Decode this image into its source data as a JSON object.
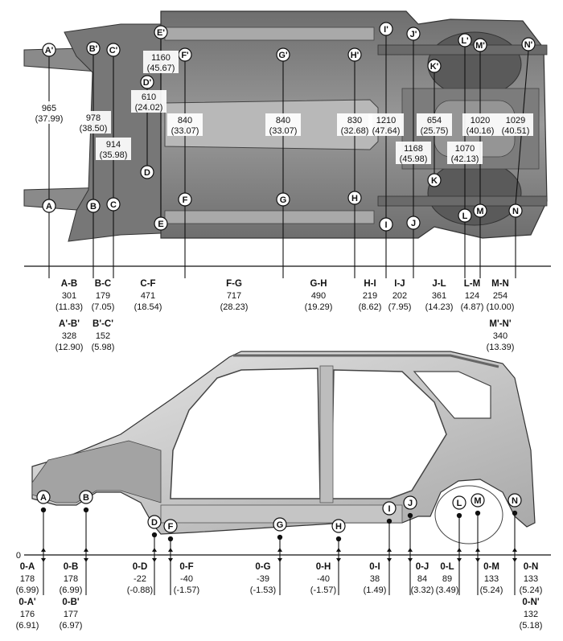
{
  "colors": {
    "line": "#111111",
    "body_dark": "#4a4a4a",
    "body_mid": "#8c8c8c",
    "body_light": "#cfcfcf",
    "marker_fill": "#ffffff"
  },
  "top_view": {
    "points": [
      {
        "id": "A",
        "label": "A"
      },
      {
        "id": "Ap",
        "label": "A'"
      },
      {
        "id": "B",
        "label": "B"
      },
      {
        "id": "Bp",
        "label": "B'"
      },
      {
        "id": "C",
        "label": "C"
      },
      {
        "id": "Cp",
        "label": "C'"
      },
      {
        "id": "D",
        "label": "D"
      },
      {
        "id": "Dp",
        "label": "D'"
      },
      {
        "id": "E",
        "label": "E"
      },
      {
        "id": "Ep",
        "label": "E'"
      },
      {
        "id": "F",
        "label": "F"
      },
      {
        "id": "Fp",
        "label": "F'"
      },
      {
        "id": "G",
        "label": "G"
      },
      {
        "id": "Gp",
        "label": "G'"
      },
      {
        "id": "H",
        "label": "H"
      },
      {
        "id": "Hp",
        "label": "H'"
      },
      {
        "id": "I",
        "label": "I"
      },
      {
        "id": "Ip",
        "label": "I'"
      },
      {
        "id": "J",
        "label": "J"
      },
      {
        "id": "Jp",
        "label": "J'"
      },
      {
        "id": "K",
        "label": "K"
      },
      {
        "id": "Kp",
        "label": "K'"
      },
      {
        "id": "L",
        "label": "L"
      },
      {
        "id": "Lp",
        "label": "L'"
      },
      {
        "id": "M",
        "label": "M"
      },
      {
        "id": "Mp",
        "label": "M'"
      },
      {
        "id": "N",
        "label": "N"
      },
      {
        "id": "Np",
        "label": "N'"
      }
    ],
    "widths": [
      {
        "id": "w-A",
        "mm": "965",
        "inch": "(37.99)"
      },
      {
        "id": "w-B",
        "mm": "978",
        "inch": "(38.50)"
      },
      {
        "id": "w-C",
        "mm": "914",
        "inch": "(35.98)"
      },
      {
        "id": "w-D",
        "mm": "610",
        "inch": "(24.02)"
      },
      {
        "id": "w-E",
        "mm": "1160",
        "inch": "(45.67)"
      },
      {
        "id": "w-F",
        "mm": "840",
        "inch": "(33.07)"
      },
      {
        "id": "w-G",
        "mm": "840",
        "inch": "(33.07)"
      },
      {
        "id": "w-H",
        "mm": "830",
        "inch": "(32.68)"
      },
      {
        "id": "w-I",
        "mm": "1210",
        "inch": "(47.64)"
      },
      {
        "id": "w-J",
        "mm": "1168",
        "inch": "(45.98)"
      },
      {
        "id": "w-K",
        "mm": "654",
        "inch": "(25.75)"
      },
      {
        "id": "w-L",
        "mm": "1070",
        "inch": "(42.13)"
      },
      {
        "id": "w-M",
        "mm": "1020",
        "inch": "(40.16)"
      },
      {
        "id": "w-N",
        "mm": "1029",
        "inch": "(40.51)"
      }
    ]
  },
  "longitudinal": [
    {
      "id": "AB",
      "name": "A-B",
      "mm": "301",
      "inch": "(11.83)"
    },
    {
      "id": "ApBp",
      "name": "A'-B'",
      "mm": "328",
      "inch": "(12.90)"
    },
    {
      "id": "BC",
      "name": "B-C",
      "mm": "179",
      "inch": "(7.05)"
    },
    {
      "id": "BpCp",
      "name": "B'-C'",
      "mm": "152",
      "inch": "(5.98)"
    },
    {
      "id": "CF",
      "name": "C-F",
      "mm": "471",
      "inch": "(18.54)"
    },
    {
      "id": "FG",
      "name": "F-G",
      "mm": "717",
      "inch": "(28.23)"
    },
    {
      "id": "GH",
      "name": "G-H",
      "mm": "490",
      "inch": "(19.29)"
    },
    {
      "id": "HI",
      "name": "H-I",
      "mm": "219",
      "inch": "(8.62)"
    },
    {
      "id": "IJ",
      "name": "I-J",
      "mm": "202",
      "inch": "(7.95)"
    },
    {
      "id": "JL",
      "name": "J-L",
      "mm": "361",
      "inch": "(14.23)"
    },
    {
      "id": "LM",
      "name": "L-M",
      "mm": "124",
      "inch": "(4.87)"
    },
    {
      "id": "MN",
      "name": "M-N",
      "mm": "254",
      "inch": "(10.00)"
    },
    {
      "id": "MpNp",
      "name": "M'-N'",
      "mm": "340",
      "inch": "(13.39)"
    }
  ],
  "side_view": {
    "baseline_label": "0",
    "points": [
      {
        "id": "sA",
        "label": "A"
      },
      {
        "id": "sB",
        "label": "B"
      },
      {
        "id": "sD",
        "label": "D"
      },
      {
        "id": "sF",
        "label": "F"
      },
      {
        "id": "sG",
        "label": "G"
      },
      {
        "id": "sH",
        "label": "H"
      },
      {
        "id": "sI",
        "label": "I"
      },
      {
        "id": "sJ",
        "label": "J"
      },
      {
        "id": "sL",
        "label": "L"
      },
      {
        "id": "sM",
        "label": "M"
      },
      {
        "id": "sN",
        "label": "N"
      }
    ],
    "heights": [
      {
        "id": "0A",
        "name": "0-A",
        "mm": "178",
        "inch": "(6.99)"
      },
      {
        "id": "0Ap",
        "name": "0-A'",
        "mm": "176",
        "inch": "(6.91)"
      },
      {
        "id": "0B",
        "name": "0-B",
        "mm": "178",
        "inch": "(6.99)"
      },
      {
        "id": "0Bp",
        "name": "0-B'",
        "mm": "177",
        "inch": "(6.97)"
      },
      {
        "id": "0D",
        "name": "0-D",
        "mm": "-22",
        "inch": "(-0.88)"
      },
      {
        "id": "0F",
        "name": "0-F",
        "mm": "-40",
        "inch": "(-1.57)"
      },
      {
        "id": "0G",
        "name": "0-G",
        "mm": "-39",
        "inch": "(-1.53)"
      },
      {
        "id": "0H",
        "name": "0-H",
        "mm": "-40",
        "inch": "(-1.57)"
      },
      {
        "id": "0I",
        "name": "0-I",
        "mm": "38",
        "inch": "(1.49)"
      },
      {
        "id": "0J",
        "name": "0-J",
        "mm": "84",
        "inch": "(3.32)"
      },
      {
        "id": "0L",
        "name": "0-L",
        "mm": "89",
        "inch": "(3.49)"
      },
      {
        "id": "0M",
        "name": "0-M",
        "mm": "133",
        "inch": "(5.24)"
      },
      {
        "id": "0N",
        "name": "0-N",
        "mm": "133",
        "inch": "(5.24)"
      },
      {
        "id": "0Np",
        "name": "0-N'",
        "mm": "132",
        "inch": "(5.18)"
      }
    ]
  }
}
